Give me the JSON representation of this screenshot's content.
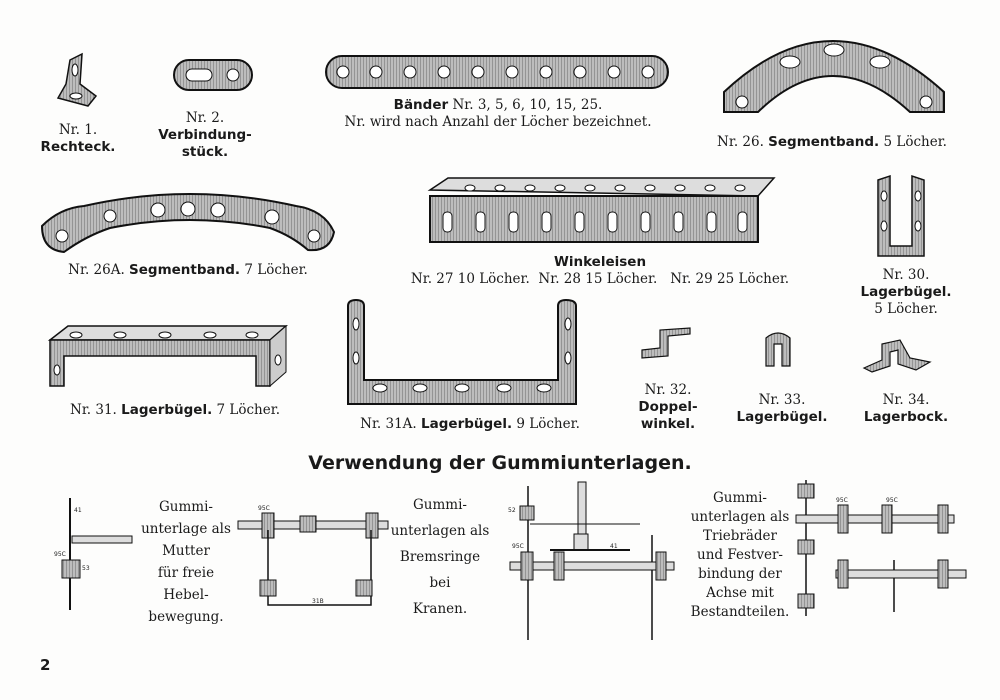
{
  "parts": {
    "nr1": {
      "number": "Nr. 1.",
      "name": "Rechteck."
    },
    "nr2": {
      "number": "Nr. 2.",
      "name1": "Verbindung-",
      "name2": "stück."
    },
    "baender": {
      "name": "Bänder",
      "numbers": "Nr. 3, 5, 6, 10, 15, 25.",
      "note": "Nr. wird nach Anzahl der Löcher bezeichnet."
    },
    "nr26": {
      "number": "Nr. 26.",
      "name": "Segmentband.",
      "holes": "5 Löcher."
    },
    "nr26a": {
      "number": "Nr. 26A.",
      "name": "Segmentband.",
      "holes": "7 Löcher."
    },
    "winkeleisen": {
      "name": "Winkeleisen",
      "v1": "Nr. 27 10 Löcher.",
      "v2": "Nr. 28 15 Löcher.",
      "v3": "Nr. 29 25 Löcher."
    },
    "nr30": {
      "number": "Nr. 30.",
      "name": "Lagerbügel.",
      "holes": "5 Löcher."
    },
    "nr31": {
      "number": "Nr. 31.",
      "name": "Lagerbügel.",
      "holes": "7 Löcher."
    },
    "nr31a": {
      "number": "Nr. 31A.",
      "name": "Lagerbügel.",
      "holes": "9 Löcher."
    },
    "nr32": {
      "number": "Nr. 32.",
      "name1": "Doppel-",
      "name2": "winkel."
    },
    "nr33": {
      "number": "Nr. 33.",
      "name": "Lagerbügel."
    },
    "nr34": {
      "number": "Nr. 34.",
      "name": "Lagerbock."
    }
  },
  "section": {
    "heading": "Verwendung der Gummiunterlagen.",
    "use1": [
      "Gummi-",
      "unterlage als",
      "Mutter",
      "für freie",
      "Hebel-",
      "bewegung."
    ],
    "use2": [
      "Gummi-",
      "unterlagen als",
      "Bremsringe",
      "bei",
      "Kranen."
    ],
    "use3": [
      "Gummi-",
      "unterlagen als",
      "Triebräder",
      "und Festver-",
      "bindung der",
      "Achse mit",
      "Bestandteilen."
    ],
    "diagram_labels": {
      "a": "95C",
      "b": "53",
      "c": "41",
      "d": "31B",
      "e": "52"
    }
  },
  "page_number": "2"
}
